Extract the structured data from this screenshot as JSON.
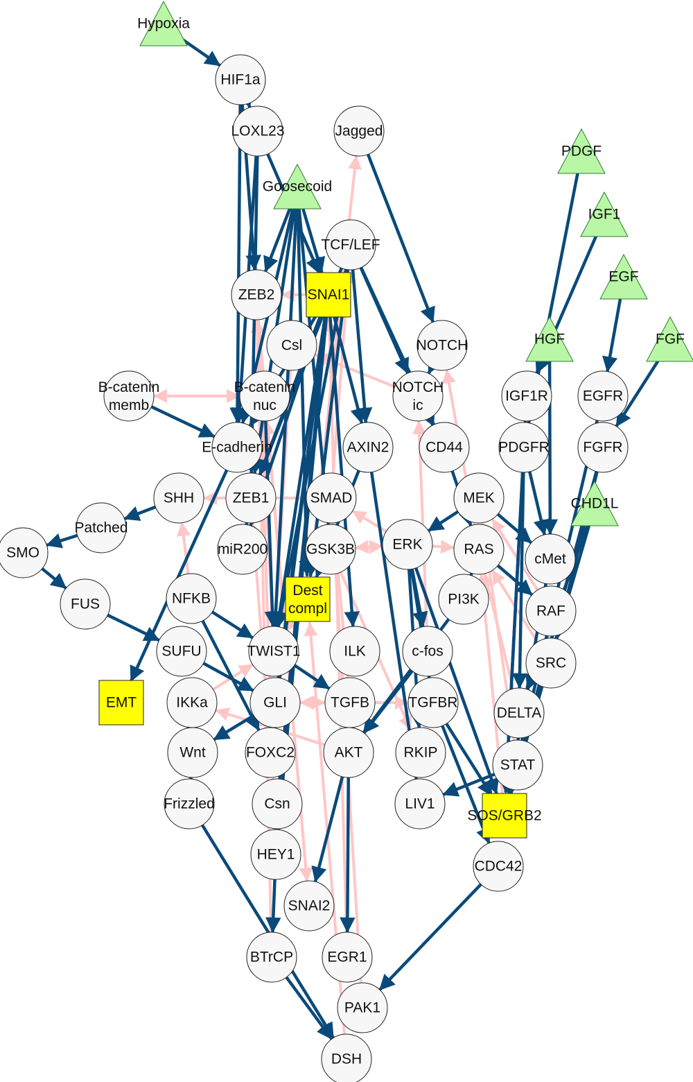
{
  "colors": {
    "activation": "#0a4a7a",
    "inhibition": "#ffc6c6",
    "node_fill": "#f7f7f7",
    "output_fill": "#ffff00",
    "input_fill": "#b9f7a6"
  },
  "nodes": [
    {
      "id": "Hypoxia",
      "label": "Hypoxia",
      "shape": "triangle"
    },
    {
      "id": "HIF1a",
      "label": "HIF1a",
      "shape": "circle"
    },
    {
      "id": "LOXL23",
      "label": "LOXL23",
      "shape": "circle"
    },
    {
      "id": "Jagged",
      "label": "Jagged",
      "shape": "circle"
    },
    {
      "id": "PDGF",
      "label": "PDGF",
      "shape": "triangle"
    },
    {
      "id": "Goosecoid",
      "label": "Goosecoid",
      "shape": "triangle"
    },
    {
      "id": "IGF1",
      "label": "IGF1",
      "shape": "triangle"
    },
    {
      "id": "TCF_LEF",
      "label": "TCF/LEF",
      "shape": "circle"
    },
    {
      "id": "ZEB2",
      "label": "ZEB2",
      "shape": "circle"
    },
    {
      "id": "SNAI1",
      "label": "SNAI1",
      "shape": "box"
    },
    {
      "id": "EGF",
      "label": "EGF",
      "shape": "triangle"
    },
    {
      "id": "Csl",
      "label": "Csl",
      "shape": "circle"
    },
    {
      "id": "NOTCH",
      "label": "NOTCH",
      "shape": "circle"
    },
    {
      "id": "HGF",
      "label": "HGF",
      "shape": "triangle"
    },
    {
      "id": "FGF",
      "label": "FGF",
      "shape": "triangle"
    },
    {
      "id": "Bcat_memb",
      "label": "B-catenin\nmemb",
      "shape": "circle"
    },
    {
      "id": "Bcat_nuc",
      "label": "B-catenin\nnuc",
      "shape": "circle"
    },
    {
      "id": "NOTCH_ic",
      "label": "NOTCH\nic",
      "shape": "circle"
    },
    {
      "id": "IGF1R",
      "label": "IGF1R",
      "shape": "circle"
    },
    {
      "id": "EGFR",
      "label": "EGFR",
      "shape": "circle"
    },
    {
      "id": "Ecadherin",
      "label": "E-cadherin",
      "shape": "circle"
    },
    {
      "id": "AXIN2",
      "label": "AXIN2",
      "shape": "circle"
    },
    {
      "id": "CD44",
      "label": "CD44",
      "shape": "circle"
    },
    {
      "id": "PDGFR",
      "label": "PDGFR",
      "shape": "circle"
    },
    {
      "id": "FGFR",
      "label": "FGFR",
      "shape": "circle"
    },
    {
      "id": "SHH",
      "label": "SHH",
      "shape": "circle"
    },
    {
      "id": "ZEB1",
      "label": "ZEB1",
      "shape": "circle"
    },
    {
      "id": "SMAD",
      "label": "SMAD",
      "shape": "circle"
    },
    {
      "id": "MEK",
      "label": "MEK",
      "shape": "circle"
    },
    {
      "id": "CHD1L",
      "label": "CHD1L",
      "shape": "triangle"
    },
    {
      "id": "Patched",
      "label": "Patched",
      "shape": "circle"
    },
    {
      "id": "SMO",
      "label": "SMO",
      "shape": "circle"
    },
    {
      "id": "miR200",
      "label": "miR200",
      "shape": "circle"
    },
    {
      "id": "GSK3B",
      "label": "GSK3B",
      "shape": "circle"
    },
    {
      "id": "ERK",
      "label": "ERK",
      "shape": "circle"
    },
    {
      "id": "RAS",
      "label": "RAS",
      "shape": "circle"
    },
    {
      "id": "cMet",
      "label": "cMet",
      "shape": "circle"
    },
    {
      "id": "FUS",
      "label": "FUS",
      "shape": "circle"
    },
    {
      "id": "NFKB",
      "label": "NFKB",
      "shape": "circle"
    },
    {
      "id": "Dest_compl",
      "label": "Dest\ncompl",
      "shape": "box"
    },
    {
      "id": "PI3K",
      "label": "PI3K",
      "shape": "circle"
    },
    {
      "id": "RAF",
      "label": "RAF",
      "shape": "circle"
    },
    {
      "id": "SUFU",
      "label": "SUFU",
      "shape": "circle"
    },
    {
      "id": "TWIST1",
      "label": "TWIST1",
      "shape": "circle"
    },
    {
      "id": "ILK",
      "label": "ILK",
      "shape": "circle"
    },
    {
      "id": "c_fos",
      "label": "c-fos",
      "shape": "circle"
    },
    {
      "id": "SRC",
      "label": "SRC",
      "shape": "circle"
    },
    {
      "id": "EMT",
      "label": "EMT",
      "shape": "box"
    },
    {
      "id": "IKKa",
      "label": "IKKa",
      "shape": "circle"
    },
    {
      "id": "GLI",
      "label": "GLI",
      "shape": "circle"
    },
    {
      "id": "TGFB",
      "label": "TGFB",
      "shape": "circle"
    },
    {
      "id": "TGFBR",
      "label": "TGFBR",
      "shape": "circle"
    },
    {
      "id": "DELTA",
      "label": "DELTA",
      "shape": "circle"
    },
    {
      "id": "Wnt",
      "label": "Wnt",
      "shape": "circle"
    },
    {
      "id": "FOXC2",
      "label": "FOXC2",
      "shape": "circle"
    },
    {
      "id": "AKT",
      "label": "AKT",
      "shape": "circle"
    },
    {
      "id": "RKIP",
      "label": "RKIP",
      "shape": "circle"
    },
    {
      "id": "STAT",
      "label": "STAT",
      "shape": "circle"
    },
    {
      "id": "Frizzled",
      "label": "Frizzled",
      "shape": "circle"
    },
    {
      "id": "Csn",
      "label": "Csn",
      "shape": "circle"
    },
    {
      "id": "LIV1",
      "label": "LIV1",
      "shape": "circle"
    },
    {
      "id": "SOS_GRB2",
      "label": "SOS/GRB2",
      "shape": "box"
    },
    {
      "id": "HEY1",
      "label": "HEY1",
      "shape": "circle"
    },
    {
      "id": "CDC42",
      "label": "CDC42",
      "shape": "circle"
    },
    {
      "id": "SNAI2",
      "label": "SNAI2",
      "shape": "circle"
    },
    {
      "id": "BTrCP",
      "label": "BTrCP",
      "shape": "circle"
    },
    {
      "id": "EGR1",
      "label": "EGR1",
      "shape": "circle"
    },
    {
      "id": "PAK1",
      "label": "PAK1",
      "shape": "circle"
    },
    {
      "id": "DSH",
      "label": "DSH",
      "shape": "circle"
    }
  ],
  "edges": [
    {
      "s": "Hypoxia",
      "t": "HIF1a",
      "kind": "activation"
    },
    {
      "s": "HIF1a",
      "t": "LOXL23",
      "kind": "activation"
    },
    {
      "s": "HIF1a",
      "t": "ZEB2",
      "kind": "activation"
    },
    {
      "s": "HIF1a",
      "t": "Ecadherin",
      "kind": "activation"
    },
    {
      "s": "LOXL23",
      "t": "SNAI1",
      "kind": "activation"
    },
    {
      "s": "LOXL23",
      "t": "Ecadherin",
      "kind": "activation"
    },
    {
      "s": "LOXL23",
      "t": "ZEB1",
      "kind": "activation"
    },
    {
      "s": "Goosecoid",
      "t": "SNAI1",
      "kind": "activation"
    },
    {
      "s": "Goosecoid",
      "t": "ZEB2",
      "kind": "activation"
    },
    {
      "s": "Goosecoid",
      "t": "Ecadherin",
      "kind": "activation"
    },
    {
      "s": "Goosecoid",
      "t": "ZEB1",
      "kind": "activation"
    },
    {
      "s": "Goosecoid",
      "t": "TWIST1",
      "kind": "activation"
    },
    {
      "s": "Goosecoid",
      "t": "Dest_compl",
      "kind": "activation"
    },
    {
      "s": "Goosecoid",
      "t": "GSK3B",
      "kind": "activation"
    },
    {
      "s": "Jagged",
      "t": "NOTCH",
      "kind": "activation"
    },
    {
      "s": "TCF_LEF",
      "t": "NOTCH_ic",
      "kind": "activation"
    },
    {
      "s": "TCF_LEF",
      "t": "CD44",
      "kind": "activation"
    },
    {
      "s": "TCF_LEF",
      "t": "AXIN2",
      "kind": "activation"
    },
    {
      "s": "TCF_LEF",
      "t": "Dest_compl",
      "kind": "activation"
    },
    {
      "s": "TCF_LEF",
      "t": "ZEB1",
      "kind": "activation"
    },
    {
      "s": "TCF_LEF",
      "t": "TWIST1",
      "kind": "activation"
    },
    {
      "s": "SNAI1",
      "t": "Ecadherin",
      "kind": "activation"
    },
    {
      "s": "SNAI1",
      "t": "ZEB1",
      "kind": "activation"
    },
    {
      "s": "SNAI1",
      "t": "TWIST1",
      "kind": "activation"
    },
    {
      "s": "SNAI1",
      "t": "ILK",
      "kind": "activation"
    },
    {
      "s": "SNAI1",
      "t": "AXIN2",
      "kind": "activation"
    },
    {
      "s": "SNAI1",
      "t": "FOXC2",
      "kind": "activation"
    },
    {
      "s": "SNAI1",
      "t": "Csn",
      "kind": "activation"
    },
    {
      "s": "SNAI1",
      "t": "HEY1",
      "kind": "activation"
    },
    {
      "s": "SNAI1",
      "t": "GLI",
      "kind": "activation"
    },
    {
      "s": "SNAI1",
      "t": "miR200",
      "kind": "activation"
    },
    {
      "s": "PDGF",
      "t": "PDGFR",
      "kind": "activation"
    },
    {
      "s": "IGF1",
      "t": "IGF1R",
      "kind": "activation"
    },
    {
      "s": "EGF",
      "t": "EGFR",
      "kind": "activation"
    },
    {
      "s": "FGF",
      "t": "FGFR",
      "kind": "activation"
    },
    {
      "s": "HGF",
      "t": "cMet",
      "kind": "activation"
    },
    {
      "s": "Bcat_memb",
      "t": "Ecadherin",
      "kind": "activation"
    },
    {
      "s": "Bcat_memb",
      "t": "Bcat_nuc",
      "kind": "inhibition"
    },
    {
      "s": "Bcat_nuc",
      "t": "Bcat_memb",
      "kind": "inhibition"
    },
    {
      "s": "Bcat_nuc",
      "t": "TWIST1",
      "kind": "activation"
    },
    {
      "s": "NOTCH",
      "t": "NOTCH_ic",
      "kind": "activation"
    },
    {
      "s": "NOTCH_ic",
      "t": "CD44",
      "kind": "activation"
    },
    {
      "s": "NOTCH_ic",
      "t": "Csl",
      "kind": "inhibition"
    },
    {
      "s": "Ecadherin",
      "t": "EMT",
      "kind": "activation"
    },
    {
      "s": "AXIN2",
      "t": "Dest_compl",
      "kind": "activation"
    },
    {
      "s": "AXIN2",
      "t": "LIV1",
      "kind": "activation"
    },
    {
      "s": "CD44",
      "t": "RAS",
      "kind": "activation"
    },
    {
      "s": "MEK",
      "t": "ERK",
      "kind": "activation"
    },
    {
      "s": "MEK",
      "t": "cMet",
      "kind": "activation"
    },
    {
      "s": "RAS",
      "t": "RAF",
      "kind": "activation"
    },
    {
      "s": "RAS",
      "t": "PI3K",
      "kind": "activation"
    },
    {
      "s": "RAF",
      "t": "MEK",
      "kind": "inhibition"
    },
    {
      "s": "SRC",
      "t": "RAS",
      "kind": "inhibition"
    },
    {
      "s": "PDGFR",
      "t": "cMet",
      "kind": "activation"
    },
    {
      "s": "PDGFR",
      "t": "SOS_GRB2",
      "kind": "activation"
    },
    {
      "s": "PDGFR",
      "t": "DELTA",
      "kind": "activation"
    },
    {
      "s": "IGF1R",
      "t": "SOS_GRB2",
      "kind": "activation"
    },
    {
      "s": "EGFR",
      "t": "SOS_GRB2",
      "kind": "activation"
    },
    {
      "s": "FGFR",
      "t": "SOS_GRB2",
      "kind": "activation"
    },
    {
      "s": "FGFR",
      "t": "STAT",
      "kind": "activation"
    },
    {
      "s": "FGFR",
      "t": "SRC",
      "kind": "activation"
    },
    {
      "s": "CHD1L",
      "t": "SOS_GRB2",
      "kind": "activation"
    },
    {
      "s": "CHD1L",
      "t": "DELTA",
      "kind": "activation"
    },
    {
      "s": "cMet",
      "t": "SOS_GRB2",
      "kind": "activation"
    },
    {
      "s": "ERK",
      "t": "c_fos",
      "kind": "activation"
    },
    {
      "s": "ERK",
      "t": "RKIP",
      "kind": "activation"
    },
    {
      "s": "ERK",
      "t": "TGFBR",
      "kind": "activation"
    },
    {
      "s": "ERK",
      "t": "SOS_GRB2",
      "kind": "activation"
    },
    {
      "s": "ERK",
      "t": "RAS",
      "kind": "inhibition"
    },
    {
      "s": "ERK",
      "t": "GSK3B",
      "kind": "inhibition"
    },
    {
      "s": "ERK",
      "t": "SMAD",
      "kind": "inhibition"
    },
    {
      "s": "PI3K",
      "t": "AKT",
      "kind": "activation"
    },
    {
      "s": "c_fos",
      "t": "AKT",
      "kind": "activation"
    },
    {
      "s": "TGFBR",
      "t": "SOS_GRB2",
      "kind": "activation"
    },
    {
      "s": "TGFBR",
      "t": "CDC42",
      "kind": "activation"
    },
    {
      "s": "TGFB",
      "t": "TGFBR",
      "kind": "inhibition"
    },
    {
      "s": "TWIST1",
      "t": "TGFB",
      "kind": "activation"
    },
    {
      "s": "GLI",
      "t": "TGFB",
      "kind": "inhibition"
    },
    {
      "s": "AKT",
      "t": "EGR1",
      "kind": "activation"
    },
    {
      "s": "AKT",
      "t": "SNAI2",
      "kind": "activation"
    },
    {
      "s": "AKT",
      "t": "IKKa",
      "kind": "inhibition"
    },
    {
      "s": "STAT",
      "t": "LIV1",
      "kind": "activation"
    },
    {
      "s": "STAT",
      "t": "SOS_GRB2",
      "kind": "activation"
    },
    {
      "s": "CDC42",
      "t": "PAK1",
      "kind": "activation"
    },
    {
      "s": "SHH",
      "t": "Patched",
      "kind": "activation"
    },
    {
      "s": "Patched",
      "t": "SMO",
      "kind": "activation"
    },
    {
      "s": "SMO",
      "t": "FUS",
      "kind": "activation"
    },
    {
      "s": "FUS",
      "t": "SUFU",
      "kind": "activation"
    },
    {
      "s": "SUFU",
      "t": "GLI",
      "kind": "activation"
    },
    {
      "s": "NFKB",
      "t": "TWIST1",
      "kind": "activation"
    },
    {
      "s": "NFKB",
      "t": "FOXC2",
      "kind": "activation"
    },
    {
      "s": "GLI",
      "t": "Wnt",
      "kind": "activation"
    },
    {
      "s": "Wnt",
      "t": "Frizzled",
      "kind": "activation"
    },
    {
      "s": "Frizzled",
      "t": "DSH",
      "kind": "activation"
    },
    {
      "s": "BTrCP",
      "t": "DSH",
      "kind": "activation"
    },
    {
      "s": "HEY1",
      "t": "BTrCP",
      "kind": "activation"
    },
    {
      "s": "ZEB1",
      "t": "miR200",
      "kind": "activation"
    },
    {
      "s": "miR200",
      "t": "ZEB1",
      "kind": "activation"
    },
    {
      "s": "SMAD",
      "t": "SHH",
      "kind": "inhibition"
    },
    {
      "s": "SMAD",
      "t": "TCF_LEF",
      "kind": "inhibition"
    },
    {
      "s": "SNAI1",
      "t": "ZEB2",
      "kind": "inhibition"
    },
    {
      "s": "ZEB2",
      "t": "TWIST1",
      "kind": "inhibition"
    },
    {
      "s": "ZEB2",
      "t": "SNAI2",
      "kind": "inhibition"
    },
    {
      "s": "Csl",
      "t": "TWIST1",
      "kind": "inhibition"
    },
    {
      "s": "Dest_compl",
      "t": "TWIST1",
      "kind": "inhibition"
    },
    {
      "s": "Dest_compl",
      "t": "Jagged",
      "kind": "inhibition"
    },
    {
      "s": "GSK3B",
      "t": "ERK",
      "kind": "inhibition"
    },
    {
      "s": "GSK3B",
      "t": "RKIP",
      "kind": "inhibition"
    },
    {
      "s": "NFKB",
      "t": "SHH",
      "kind": "inhibition"
    },
    {
      "s": "IKKa",
      "t": "TWIST1",
      "kind": "inhibition"
    },
    {
      "s": "ERK",
      "t": "TGFBR",
      "kind": "inhibition"
    },
    {
      "s": "RAS",
      "t": "NOTCH",
      "kind": "inhibition"
    },
    {
      "s": "DELTA",
      "t": "RAS",
      "kind": "inhibition"
    },
    {
      "s": "STAT",
      "t": "MEK",
      "kind": "inhibition"
    },
    {
      "s": "SOS_GRB2",
      "t": "RAS",
      "kind": "inhibition"
    },
    {
      "s": "EGR1",
      "t": "SNAI1",
      "kind": "inhibition"
    },
    {
      "s": "PAK1",
      "t": "SMAD",
      "kind": "inhibition"
    },
    {
      "s": "DSH",
      "t": "Dest_compl",
      "kind": "inhibition"
    },
    {
      "s": "BTrCP",
      "t": "ZEB2",
      "kind": "inhibition"
    },
    {
      "s": "Frizzled",
      "t": "IKKa",
      "kind": "inhibition"
    },
    {
      "s": "SNAI2",
      "t": "Bcat_nuc",
      "kind": "inhibition"
    },
    {
      "s": "HEY1",
      "t": "ZEB2",
      "kind": "inhibition"
    },
    {
      "s": "FOXC2",
      "t": "ZEB1",
      "kind": "inhibition"
    },
    {
      "s": "TGFB",
      "t": "SMAD",
      "kind": "inhibition"
    },
    {
      "s": "TGFBR",
      "t": "GLI",
      "kind": "inhibition"
    },
    {
      "s": "c_fos",
      "t": "NOTCH_ic",
      "kind": "inhibition"
    }
  ]
}
